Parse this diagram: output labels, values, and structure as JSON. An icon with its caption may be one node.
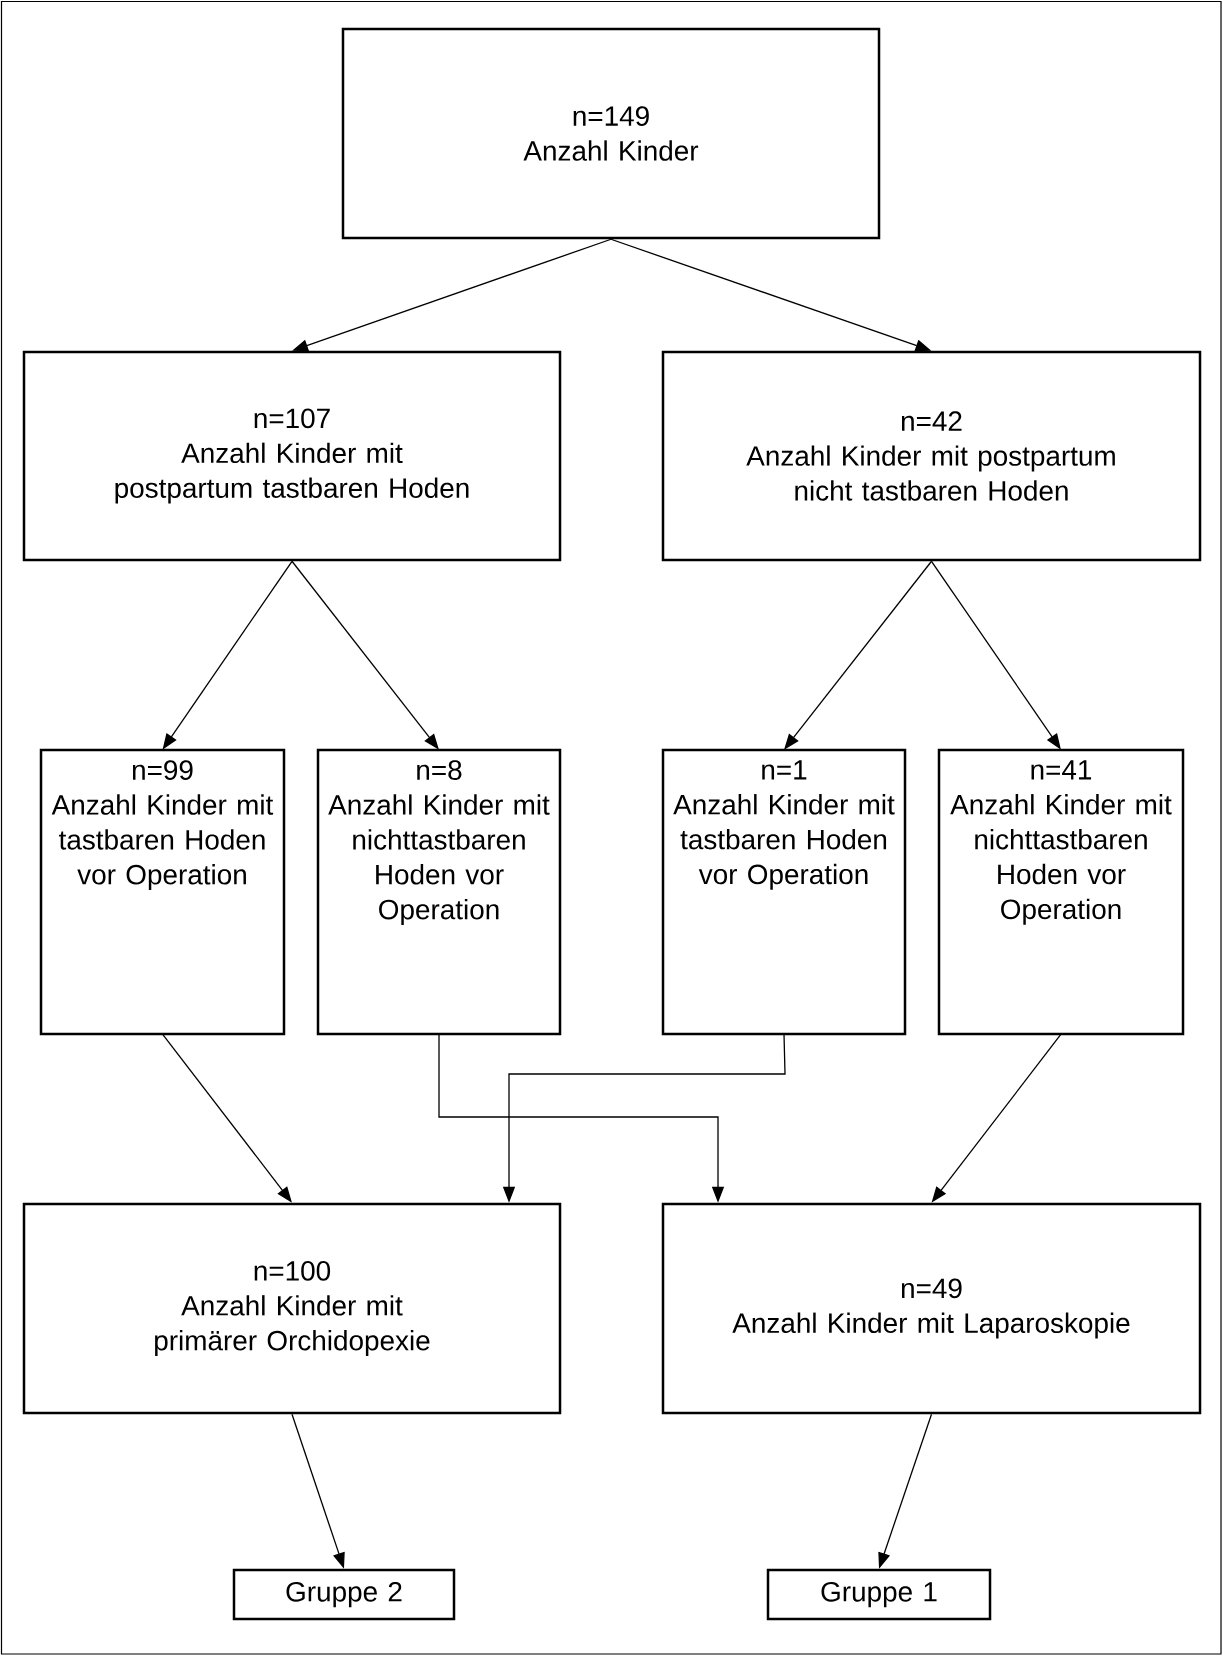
{
  "diagram": {
    "nodes": [
      {
        "text": [
          "n=149",
          "Anzahl Kinder"
        ]
      },
      {
        "text": [
          "n=107",
          "Anzahl Kinder mit postpartum tastbaren Hoden"
        ]
      },
      {
        "text": [
          "n=42",
          "Anzahl Kinder mit postpartum nicht tastbaren Hoden"
        ]
      },
      {
        "text": [
          "n=99",
          "Anzahl Kinder mit tastbaren Hoden vor Operation"
        ]
      },
      {
        "text": [
          "n=8",
          "Anzahl Kinder mit nichttastbaren Hoden vor Operation"
        ]
      },
      {
        "text": [
          "n=1",
          "Anzahl Kinder mit tastbaren Hoden vor Operation"
        ]
      },
      {
        "text": [
          "n=41",
          "Anzahl Kinder mit nichttastbaren Hoden vor Operation"
        ]
      },
      {
        "text": [
          "n=100",
          "Anzahl Kinder mit primärer Orchidopexie"
        ]
      },
      {
        "text": [
          "n=49",
          "Anzahl Kinder mit Laparoskopie"
        ]
      },
      {
        "text": [
          "Gruppe 2"
        ]
      },
      {
        "text": [
          "Gruppe 1"
        ]
      }
    ],
    "edges": [
      {
        "from": 0,
        "to": 1,
        "arrow": "to"
      },
      {
        "from": 0,
        "to": 2,
        "arrow": "to"
      },
      {
        "from": 1,
        "to": 3,
        "arrow": "to"
      },
      {
        "from": 1,
        "to": 4,
        "arrow": "to"
      },
      {
        "from": 2,
        "to": 5,
        "arrow": "to"
      },
      {
        "from": 2,
        "to": 6,
        "arrow": "to"
      },
      {
        "from": 3,
        "to": 7,
        "arrow": "to"
      },
      {
        "from": 4,
        "to": 8,
        "arrow": "to"
      },
      {
        "from": 5,
        "to": 7,
        "arrow": "to"
      },
      {
        "from": 6,
        "to": 8,
        "arrow": "to"
      },
      {
        "from": 7,
        "to": 9,
        "arrow": "to"
      },
      {
        "from": 8,
        "to": 10,
        "arrow": "to"
      }
    ]
  }
}
